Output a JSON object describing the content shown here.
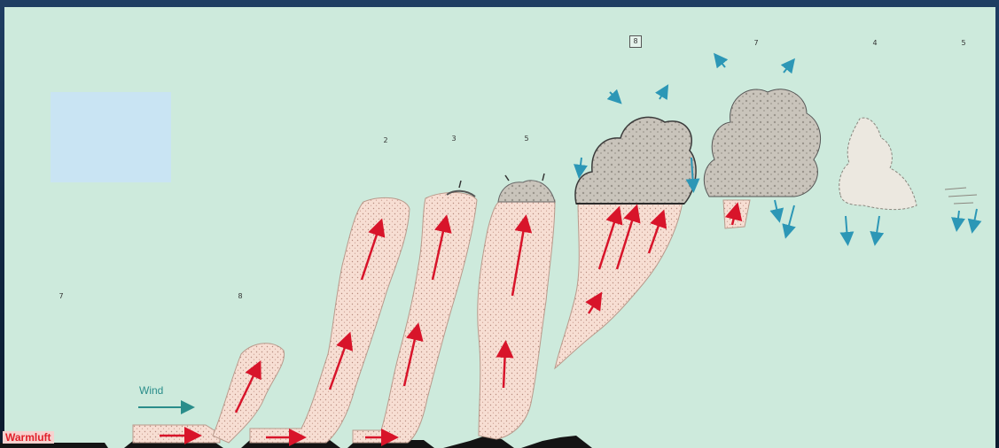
{
  "stage_numbers": [
    "7",
    "8",
    "2",
    "3",
    "5",
    "8",
    "7",
    "4",
    "5"
  ],
  "wind_label": "Wind",
  "ground_label": "Warmluft",
  "colors": {
    "panel": "#cdeadc",
    "inset_box": "#c9e4f3",
    "updraft_arrow": "#d8142a",
    "downdraft_arrow": "#2c97b6",
    "wind_arrow": "#2a8d8a",
    "thermal_fill": "#f7ded3",
    "cloud_fill": "#c4c0b8",
    "ground": "#141414"
  }
}
